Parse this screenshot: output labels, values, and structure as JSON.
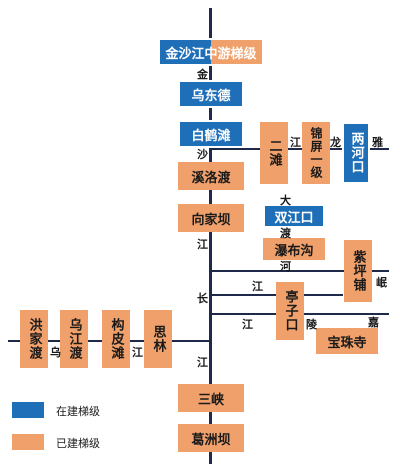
{
  "stations": {
    "jinsha_mid": "金沙江中游梯级",
    "wudongde": "乌东德",
    "baihetan": "白鹤滩",
    "xiluodu": "溪洛渡",
    "xiangjiaba": "向家坝",
    "sanxia": "三峡",
    "gezhouba": "葛洲坝",
    "ertan": "二滩",
    "jinping1": "锦屏一级",
    "lianghekou": "两河口",
    "shuangjiangkou": "双江口",
    "pubugou": "瀑布沟",
    "zipingpu": "紫坪铺",
    "tingzikou": "亭子口",
    "baozhusi": "宝珠寺",
    "hongjiadu": "洪家渡",
    "wujiangdu": "乌江渡",
    "goupitan": "构皮滩",
    "silin": "思林"
  },
  "labels": {
    "jin": "金",
    "sha": "沙",
    "jiang1": "江",
    "chang": "长",
    "jiang2": "江",
    "ya_jiang": "江",
    "ya_long": "龙",
    "ya_ya": "雅",
    "da": "大",
    "du": "渡",
    "he": "河",
    "min_jiang": "江",
    "min": "岷",
    "jl_jiang": "江",
    "jl_ling": "陵",
    "jl_jia": "嘉",
    "wu_wu": "乌",
    "wu_jiang": "江"
  },
  "legend": {
    "building": "在建梯级",
    "built": "已建梯级"
  },
  "colors": {
    "built": "#f0a06a",
    "building": "#1f6fb8",
    "line": "#1f2a4a"
  }
}
